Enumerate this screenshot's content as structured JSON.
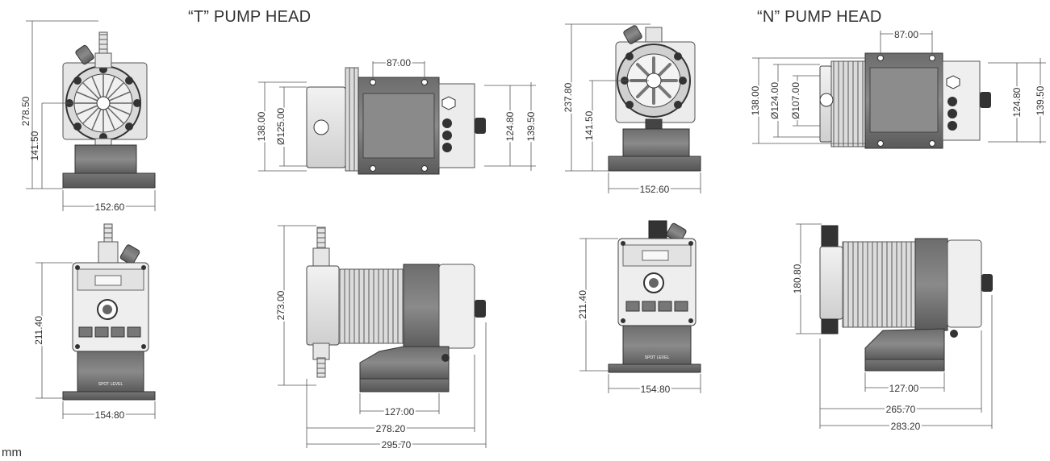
{
  "headers": {
    "t_pump_head": "“T” PUMP HEAD",
    "n_pump_head": "“N” PUMP HEAD"
  },
  "unit": "mm",
  "dimensions": {
    "t_front_height": "278.50",
    "t_front_axis_height": "141.50",
    "t_front_width": "152.60",
    "t_side_top": "87.00",
    "t_side_height_left": "138.00",
    "t_side_diameter": "Ø125.00",
    "t_side_height_right1": "124.80",
    "t_side_height_right2": "139.50",
    "t_panel_height": "211.40",
    "t_panel_width": "154.80",
    "t_profile_height": "273.00",
    "t_profile_base": "127.00",
    "t_profile_len1": "278.20",
    "t_profile_len2": "295.70",
    "n_front_height": "237.80",
    "n_front_axis_height": "141.50",
    "n_front_width": "152.60",
    "n_side_top": "87.00",
    "n_side_height_left": "138.00",
    "n_side_diameter1": "Ø124.00",
    "n_side_diameter2": "Ø107.00",
    "n_side_height_right1": "124.80",
    "n_side_height_right2": "139.50",
    "n_panel_height": "211.40",
    "n_panel_width": "154.80",
    "n_profile_height": "180.80",
    "n_profile_base": "127.00",
    "n_profile_len1": "265.70",
    "n_profile_len2": "283.20"
  },
  "panel_labels": {
    "base_text": "SPOT LEVEL"
  }
}
